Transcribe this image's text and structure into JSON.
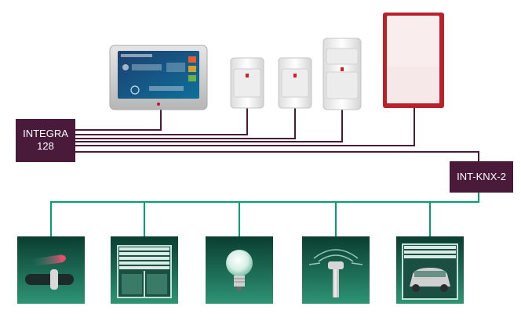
{
  "nodes": {
    "controller": {
      "line1": "INTEGRA",
      "line2": "128"
    },
    "knx_module": {
      "label": "INT-KNX-2"
    }
  },
  "devices": {
    "top": [
      "touch-keypad",
      "motion-detector",
      "motion-detector",
      "dual-motion-detector",
      "outdoor-siren"
    ],
    "bottom": [
      "heating-icon",
      "roller-shutter-icon",
      "lighting-icon",
      "irrigation-icon",
      "garage-door-icon"
    ]
  },
  "colors": {
    "controller": "#4a1a3a",
    "bus_line": "#4a1a3a",
    "knx_box": "#4a1a3a",
    "knx_line": "#00a070",
    "tile_dark": "#0c4a3a",
    "tile_light": "#2c8a70",
    "siren_red": "#b8222a"
  }
}
